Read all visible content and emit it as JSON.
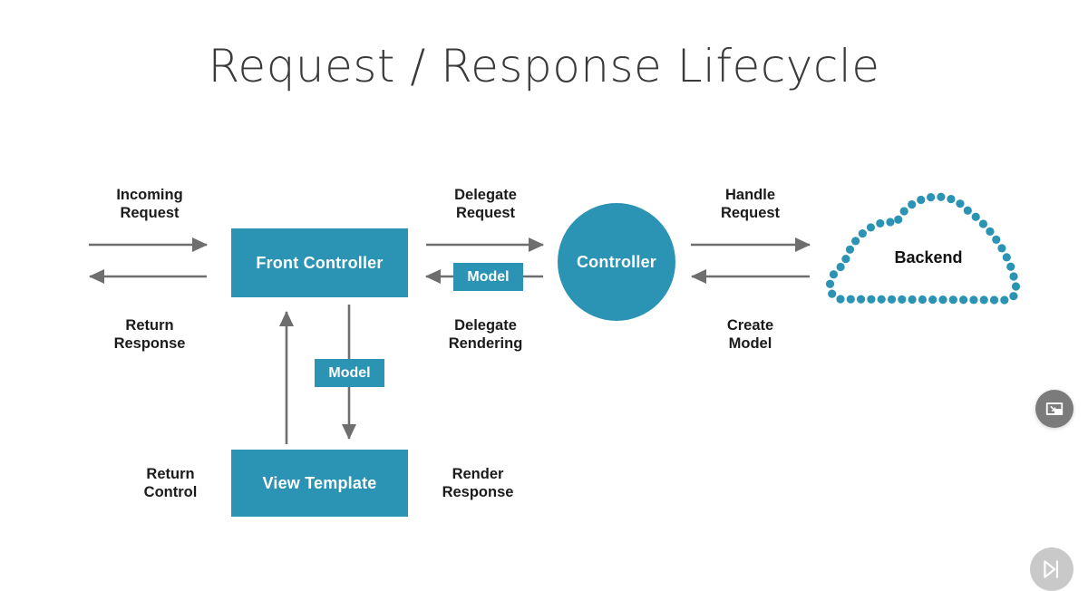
{
  "diagram": {
    "title": "Request / Response Lifecycle",
    "background_color": "#ffffff",
    "accent_color": "#2b93b3",
    "arrow_color": "#6e6e6e",
    "label_color": "#1b1b1b",
    "title_color": "#3a3a3a"
  },
  "nodes": {
    "front_controller": "Front Controller",
    "controller": "Controller",
    "view_template": "View Template",
    "backend": "Backend"
  },
  "badges": {
    "model_controller": "Model",
    "model_view": "Model"
  },
  "labels": {
    "incoming_request": "Incoming\nRequest",
    "return_response": "Return\nResponse",
    "delegate_request": "Delegate\nRequest",
    "delegate_rendering": "Delegate\nRendering",
    "handle_request": "Handle\nRequest",
    "create_model": "Create\nModel",
    "return_control": "Return\nControl",
    "render_response": "Render\nResponse"
  },
  "flows": [
    {
      "from": "client",
      "to": "front-controller",
      "label": "Incoming Request",
      "direction": "right"
    },
    {
      "from": "front-controller",
      "to": "client",
      "label": "Return Response",
      "direction": "left"
    },
    {
      "from": "front-controller",
      "to": "controller",
      "label": "Delegate Request",
      "direction": "right"
    },
    {
      "from": "controller",
      "to": "front-controller",
      "label": "Delegate Rendering",
      "direction": "left",
      "carries": "Model"
    },
    {
      "from": "controller",
      "to": "backend",
      "label": "Handle Request",
      "direction": "right"
    },
    {
      "from": "backend",
      "to": "controller",
      "label": "Create Model",
      "direction": "left"
    },
    {
      "from": "front-controller",
      "to": "view-template",
      "label": "Render Response",
      "direction": "down",
      "carries": "Model"
    },
    {
      "from": "view-template",
      "to": "front-controller",
      "label": "Return Control",
      "direction": "up"
    }
  ],
  "overlay": {
    "miniplayer_icon": "miniplayer-icon",
    "next_video_icon": "next-video-icon"
  }
}
